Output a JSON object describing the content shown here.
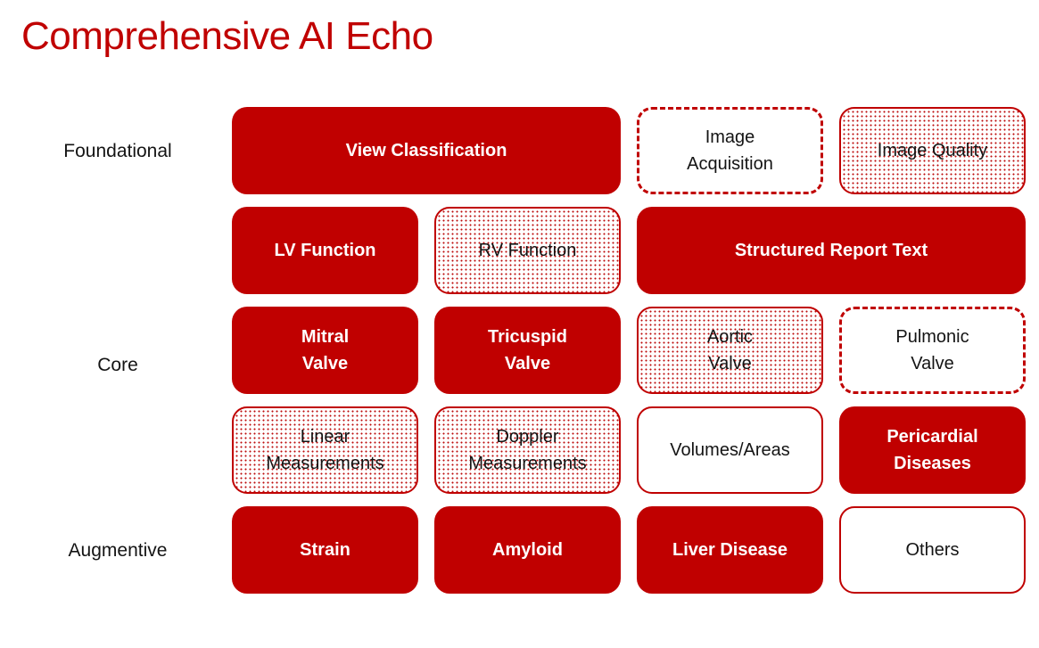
{
  "title": "Comprehensive AI Echo",
  "colors": {
    "accent_red": "#c00000",
    "text_dark": "#141414",
    "text_on_red": "#ffffff",
    "background": "#ffffff"
  },
  "row_labels": [
    {
      "label": "Foundational",
      "row": 1
    },
    {
      "label": "Core",
      "row": 3
    },
    {
      "label": "Augmentive",
      "row": 5
    }
  ],
  "boxes": [
    {
      "label": "View Classification",
      "style": "solid",
      "row": 1,
      "col": 1,
      "span": 2
    },
    {
      "label": "Image\nAcquisition",
      "style": "dashed",
      "row": 1,
      "col": 3,
      "span": 1
    },
    {
      "label": "Image Quality",
      "style": "stipple",
      "row": 1,
      "col": 4,
      "span": 1
    },
    {
      "label": "LV Function",
      "style": "solid",
      "row": 2,
      "col": 1,
      "span": 1
    },
    {
      "label": "RV Function",
      "style": "stipple",
      "row": 2,
      "col": 2,
      "span": 1
    },
    {
      "label": "Structured Report Text",
      "style": "solid",
      "row": 2,
      "col": 3,
      "span": 2
    },
    {
      "label": "Mitral\nValve",
      "style": "solid",
      "row": 3,
      "col": 1,
      "span": 1
    },
    {
      "label": "Tricuspid\nValve",
      "style": "solid",
      "row": 3,
      "col": 2,
      "span": 1
    },
    {
      "label": "Aortic\nValve",
      "style": "stipple",
      "row": 3,
      "col": 3,
      "span": 1
    },
    {
      "label": "Pulmonic\nValve",
      "style": "dashed",
      "row": 3,
      "col": 4,
      "span": 1
    },
    {
      "label": "Linear\nMeasurements",
      "style": "stipple",
      "row": 4,
      "col": 1,
      "span": 1
    },
    {
      "label": "Doppler\nMeasurements",
      "style": "stipple",
      "row": 4,
      "col": 2,
      "span": 1
    },
    {
      "label": "Volumes/Areas",
      "style": "outline",
      "row": 4,
      "col": 3,
      "span": 1
    },
    {
      "label": "Pericardial\nDiseases",
      "style": "solid",
      "row": 4,
      "col": 4,
      "span": 1
    },
    {
      "label": "Strain",
      "style": "solid",
      "row": 5,
      "col": 1,
      "span": 1
    },
    {
      "label": "Amyloid",
      "style": "solid",
      "row": 5,
      "col": 2,
      "span": 1
    },
    {
      "label": "Liver Disease",
      "style": "solid",
      "row": 5,
      "col": 3,
      "span": 1
    },
    {
      "label": "Others",
      "style": "outline",
      "row": 5,
      "col": 4,
      "span": 1
    }
  ]
}
